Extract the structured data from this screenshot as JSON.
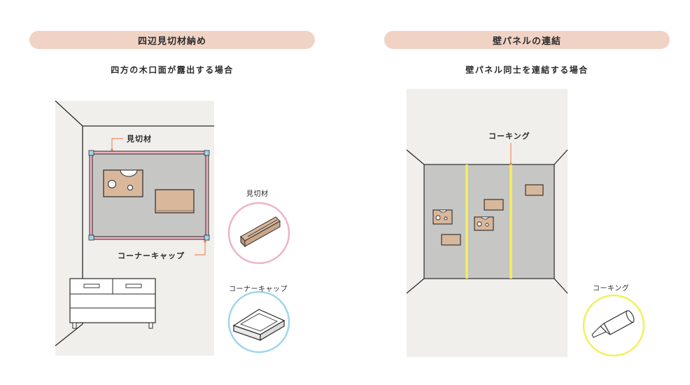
{
  "left_panel": {
    "header": "四辺見切材納め",
    "subtitle": "四方の木口面が露出する場合",
    "callout_trim": "見切材",
    "callout_corner": "コーナーキャップ",
    "detail_trim_label": "見切材",
    "detail_corner_label": "コーナーキャップ"
  },
  "right_panel": {
    "header": "壁パネルの連結",
    "subtitle": "壁パネル同士を連結する場合",
    "callout_caulk": "コーキング",
    "detail_caulk_label": "コーキング"
  },
  "colors": {
    "pill": "#f1d3c6",
    "panel_gray": "#c6c6c4",
    "wall_bg": "#f0efeb",
    "wood": "#d8b79b",
    "trim_pink": "#efb3c2",
    "corner_blue": "#9ed6ec",
    "caulk_yellow": "#f6ee5c",
    "accent_orange": "#f08a5d"
  }
}
